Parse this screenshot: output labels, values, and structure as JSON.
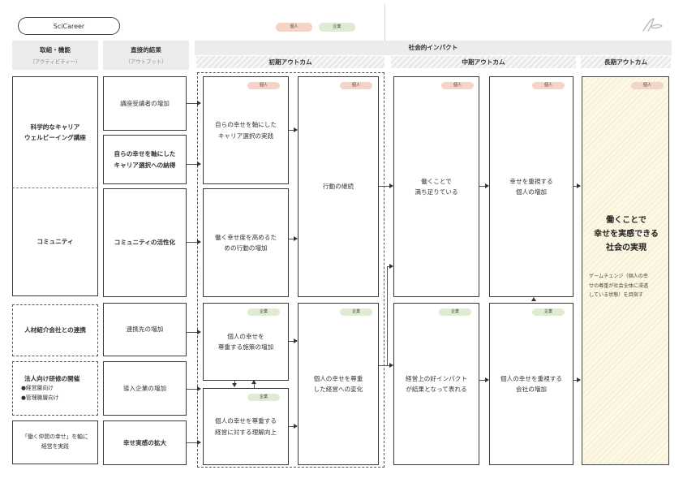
{
  "brand": {
    "name": "SciCareer"
  },
  "legend": {
    "individual": "個人",
    "company": "企業"
  },
  "social_impact": {
    "title": "社会的インパクト"
  },
  "headers": {
    "activity": {
      "title": "取組・機能",
      "sub": "（アクティビティー）"
    },
    "output": {
      "title": "直接的結果",
      "sub": "（アウトプット）"
    },
    "initial": "初期アウトカム",
    "mid": "中期アウトカム",
    "long": "長期アウトカム"
  },
  "activities": {
    "career": "科学的なキャリア\nウェルビーイング講座",
    "community": "コミュニティ",
    "agency": "人材紹介会社との連携",
    "training_title": "法人向け研修の開催",
    "training_item1": "●経営層向け",
    "training_item2": "●管理職層向け",
    "practice": "「働く仲間の幸せ」を軸に\n経営を実践"
  },
  "outputs": {
    "o1": "講座受講者の増加",
    "o2": "自らの幸せを軸にした\nキャリア選択への納得",
    "o3": "コミュニティの活性化",
    "o4": "連携先の増加",
    "o5": "導入企業の増加",
    "o6": "幸せ実感の拡大"
  },
  "initial": {
    "i1": "自らの幸せを軸にした\nキャリア選択の実践",
    "i2": "働く幸せ度を高めるた\nめの行動の増加",
    "i3": "行動の継続",
    "i4": "個人の幸せを\n尊重する施策の増加",
    "i5": "個人の幸せを尊重する\n経営に対する理解向上",
    "i6": "個人の幸せを尊重\nした経営への変化"
  },
  "mid": {
    "m1": "働くことで\n満ち足りている",
    "m2": "幸せを重視する\n個人の増加",
    "m3": "経営上の好インパクト\nが結果となって表れる",
    "m4": "個人の幸せを重視する\n会社の増加"
  },
  "long": {
    "title": "働くことで\n幸せを実感できる\n社会の実現",
    "desc": "ゲームチェンジ（個人の幸\nせの尊重が社会全体に浸透\nしている状態）を目指す"
  },
  "colors": {
    "individual_tag": "#f5d3c7",
    "company_tag": "#dfecd3",
    "long_bg": "#fbf6df"
  }
}
